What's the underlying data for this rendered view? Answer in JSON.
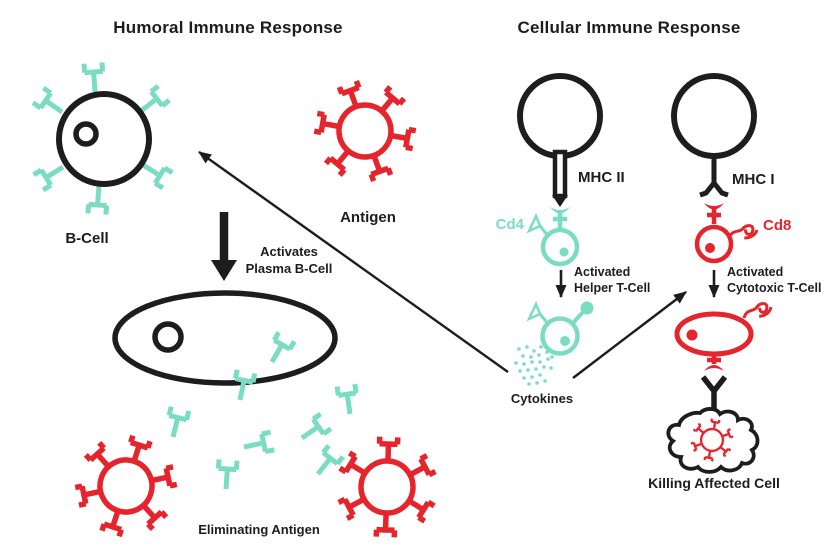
{
  "colors": {
    "teal": "#7BDCC4",
    "red": "#E6242C",
    "ink": "#1D1D1D",
    "background": "#FFFFFF"
  },
  "titles": {
    "humoral": "Humoral Immune Response",
    "cellular": "Cellular Immune Response"
  },
  "humoral": {
    "b_cell": "B-Cell",
    "antigen": "Antigen",
    "activates_line1": "Activates",
    "activates_line2": "Plasma B-Cell",
    "eliminating": "Eliminating Antigen"
  },
  "cellular": {
    "mhc2": "MHC II",
    "mhc1": "MHC I",
    "cd4": "Cd4",
    "cd8": "Cd8",
    "helper_line1": "Activated",
    "helper_line2": "Helper T-Cell",
    "cytotoxic_line1": "Activated",
    "cytotoxic_line2": "Cytotoxic T-Cell",
    "cytokines": "Cytokines",
    "killing": "Killing Affected Cell"
  }
}
